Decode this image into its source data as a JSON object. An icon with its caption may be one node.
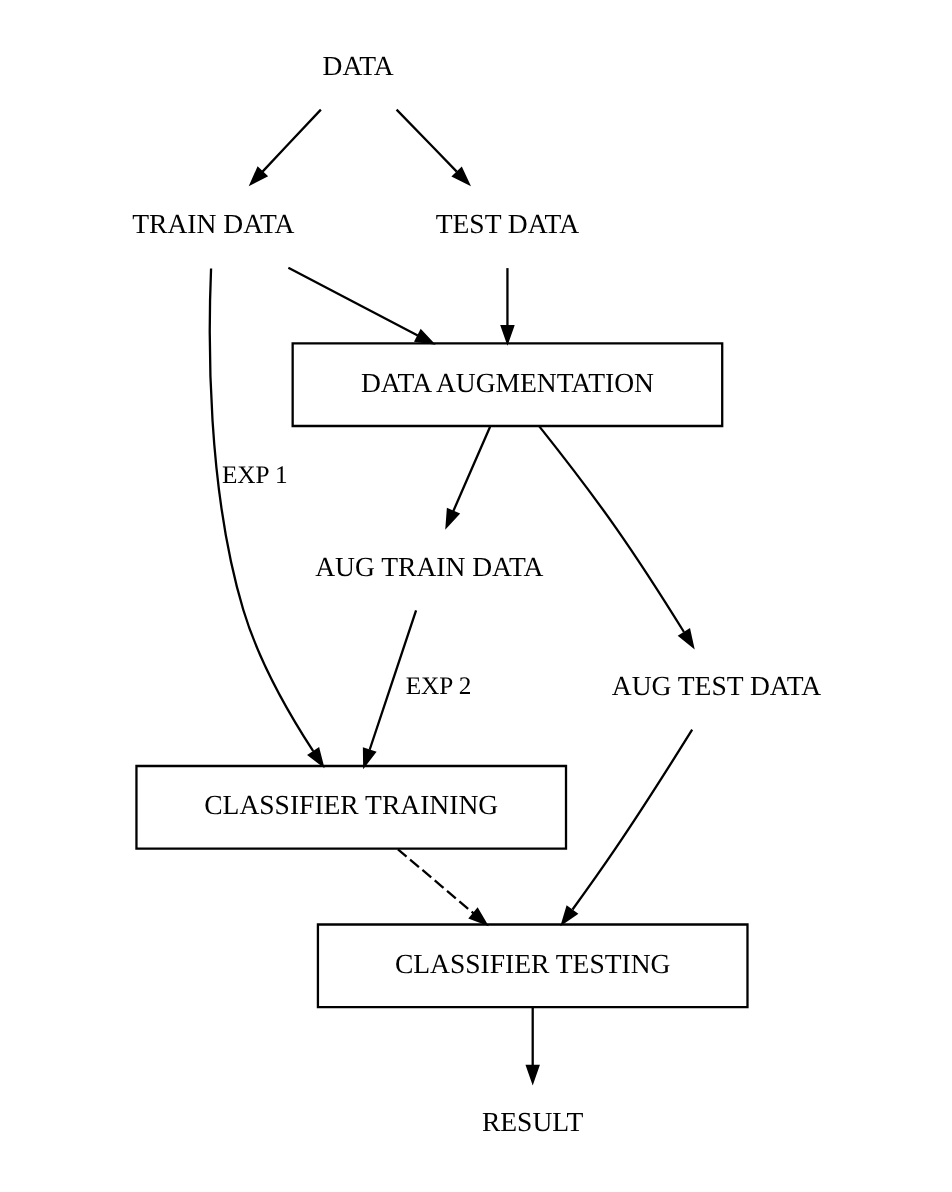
{
  "diagram": {
    "nodes": [
      {
        "text": [
          "DATA"
        ]
      },
      {
        "text": [
          "TRAIN DATA"
        ]
      },
      {
        "text": [
          "TEST DATA"
        ]
      },
      {
        "text": [
          "DATA AUGMENTATION"
        ]
      },
      {
        "text": [
          "AUG TRAIN DATA"
        ]
      },
      {
        "text": [
          "AUG TEST DATA"
        ]
      },
      {
        "text": [
          "CLASSIFIER TRAINING"
        ]
      },
      {
        "text": [
          "CLASSIFIER TESTING"
        ]
      },
      {
        "text": [
          "RESULT"
        ]
      }
    ],
    "edges": [
      {
        "from": 0,
        "to": 1,
        "arrow": "to"
      },
      {
        "from": 0,
        "to": 2,
        "arrow": "to"
      },
      {
        "from": 1,
        "to": 3,
        "arrow": "to"
      },
      {
        "from": 2,
        "to": 3,
        "arrow": "to"
      },
      {
        "from": 3,
        "to": 4,
        "arrow": "to"
      },
      {
        "from": 3,
        "to": 5,
        "arrow": "to"
      },
      {
        "from": 1,
        "to": 6,
        "arrow": "to",
        "label": "EXP 1"
      },
      {
        "from": 4,
        "to": 6,
        "arrow": "to",
        "label": "EXP 2"
      },
      {
        "from": 6,
        "to": 7,
        "arrow": "to",
        "style": "dashed"
      },
      {
        "from": 5,
        "to": 7,
        "arrow": "to"
      },
      {
        "from": 7,
        "to": 8,
        "arrow": "to"
      }
    ]
  }
}
